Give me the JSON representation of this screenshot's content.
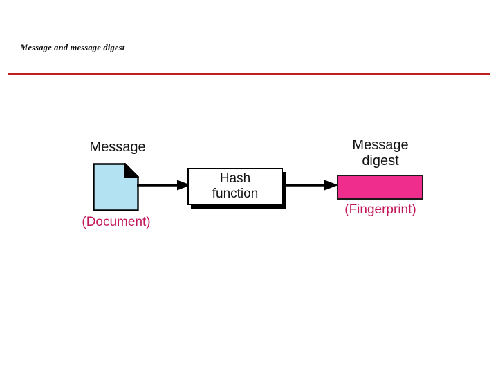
{
  "slide": {
    "title": "Message and message digest",
    "rule_color": "#c0201b"
  },
  "diagram": {
    "type": "flow",
    "message": {
      "label": "Message",
      "caption": "(Document)",
      "icon": "document-page-icon",
      "fill_color": "#b3e2f2",
      "caption_color": "#c2185b"
    },
    "hash": {
      "label": "Hash\nfunction",
      "fill_color": "#ffffff",
      "border_color": "#000000"
    },
    "digest": {
      "label": "Message\ndigest",
      "caption": "(Fingerprint)",
      "fill_color": "#ef2d8c",
      "border_color": "#1a1a1a",
      "caption_color": "#c2185b"
    },
    "arrows": [
      {
        "name": "message-to-hash",
        "from": "message",
        "to": "hash"
      },
      {
        "name": "hash-to-digest",
        "from": "hash",
        "to": "digest"
      }
    ]
  }
}
